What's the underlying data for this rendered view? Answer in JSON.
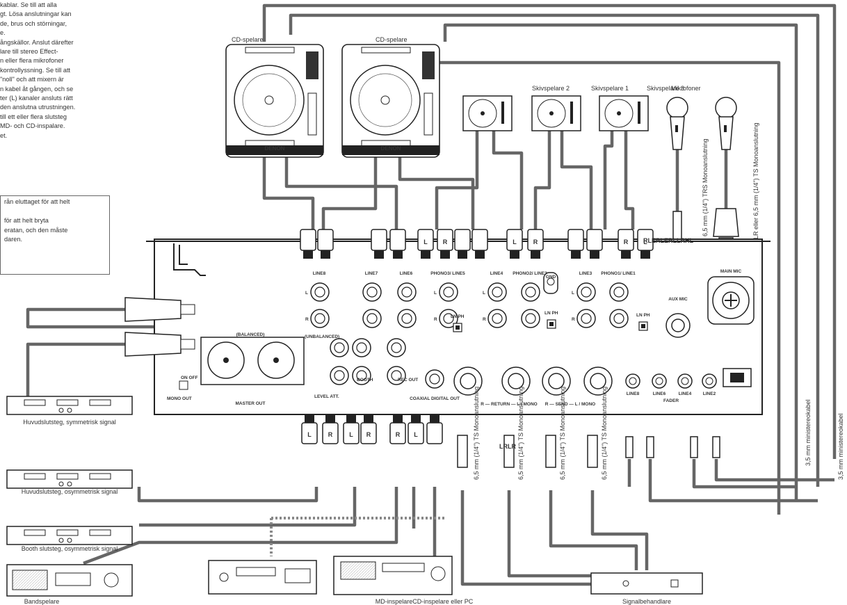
{
  "intro_text": {
    "lines": [
      "kablar. Se till att alla",
      "gt. Lösa anslutningar kan",
      "de, brus och störningar,",
      "e.",
      "ångskällor. Anslut därefter",
      "lare till stereo Effect-",
      "n eller flera mikrofoner",
      "kontrollyssning. Se till att",
      "\"noll\" och att mixern är",
      "n kabel åt gången, och se",
      "ter (L) kanaler ansluts rätt",
      "den anslutna utrustningen.",
      "till ett eller flera slutsteg",
      "MD- och CD-inspalare.",
      "et."
    ]
  },
  "warning_box": {
    "lines": [
      "rån eluttaget för att helt",
      "",
      "för att helt bryta",
      "eratan, och den måste",
      "daren."
    ]
  },
  "sources": {
    "cd_player_1": "CD-spelare",
    "cd_player_2": "CD-spelare",
    "cd_brand": "DENON",
    "turntable_2": "Skivspelare 2",
    "turntable_1": "Skivspelare 1",
    "turntable_3_overlap": "Skivspelare 3",
    "microphones": "Mikrofoner"
  },
  "mixer": {
    "channels": [
      "LINE8",
      "LINE7",
      "LINE6",
      "PHONO3/ LINE5",
      "LINE4",
      "PHONO2/ LINE3",
      "LINE3",
      "PHONO1/ LINE1"
    ],
    "balanced": "(BALANCED)",
    "unbalanced": "(UNBALANCED)",
    "mono_out": "MONO OUT",
    "on_off": "ON  OFF",
    "master_out": "MASTER OUT",
    "level_att": "LEVEL ATT.",
    "booth": "BOOTH",
    "rec_out": "REC OUT",
    "coaxial": "COAXIAL DIGITAL OUT",
    "return": "R — RETURN — L / MONO",
    "send": "R — SEND — L / MONO",
    "fader": "FADER",
    "fader_lines": [
      "LINE8",
      "LINE6",
      "LINE4",
      "LINE2"
    ],
    "aux_mic": "AUX MIC",
    "main_mic": "MAIN MIC",
    "gnd": "GND",
    "ln_ph": "LN  PH",
    "jack_L": "L",
    "jack_R": "R"
  },
  "plug_labels": {
    "L": "L",
    "R": "R",
    "overlap_top": "RLERLERLLRHL",
    "overlap_bottom": "LRLR"
  },
  "cable_labels": {
    "trs": "6,5 mm (1/4\") TRS Monoanslutning",
    "xlr": "XLR eller 6,5 mm (1/4\") TS Monoanslutning",
    "ts_1": "6,5 mm (1/4\") TS Monoanslutning",
    "ts_2": "6,5 mm (1/4\") TS Monoanslutning",
    "ts_3": "6,5 mm (1/4\") TS Monoanslutning",
    "ts_4": "6,5 mm (1/4\") TS Monoanslutning",
    "mini_1": "3,5 mm ministereokabel",
    "mini_2": "3,5 mm ministereokabel"
  },
  "outputs": {
    "amp_balanced": "Huvudslutsteg, symmetrisk signal",
    "amp_unbalanced": "Huvudslutsteg, osymmetrisk signal",
    "amp_booth": "Booth slutsteg, osymmetrisk signal",
    "tape": "Bandspelare",
    "md_cd_pc": "MD-inspelareCD-inspelare eller PC",
    "signal_processor": "Signalbehandlare"
  }
}
